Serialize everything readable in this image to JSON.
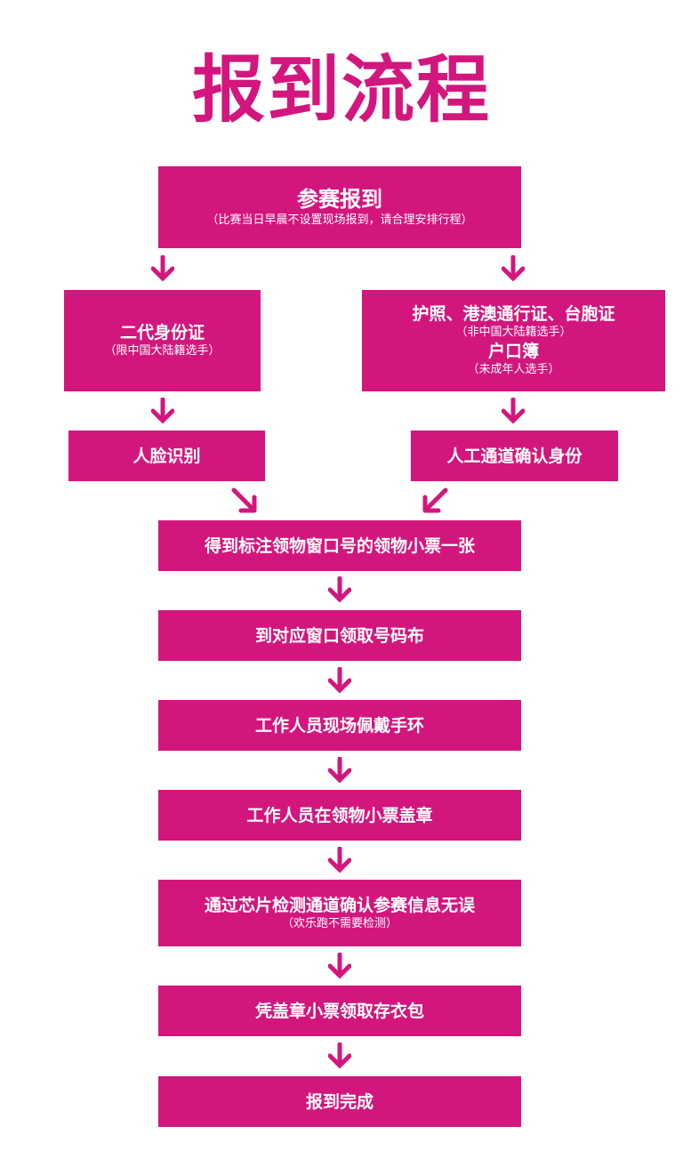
{
  "title": "报到流程",
  "colors": {
    "accent": "#d3167d",
    "text_on_accent": "#ffffff"
  },
  "start": {
    "label": "参赛报到",
    "note": "（比赛当日早晨不设置现场报到，请合理安排行程）"
  },
  "left_branch": {
    "doc_label": "二代身份证",
    "doc_note": "（限中国大陆籍选手）",
    "verify_label": "人脸识别"
  },
  "right_branch": {
    "doc_label": "护照、港澳通行证、台胞证",
    "doc_note": "（非中国大陆籍选手）",
    "doc_label2": "户口簿",
    "doc_note2": "（未成年人选手）",
    "verify_label": "人工通道确认身份"
  },
  "steps": [
    {
      "label": "得到标注领物窗口号的领物小票一张"
    },
    {
      "label": "到对应窗口领取号码布"
    },
    {
      "label": "工作人员现场佩戴手环"
    },
    {
      "label": "工作人员在领物小票盖章"
    },
    {
      "label": "通过芯片检测通道确认参赛信息无误",
      "note": "（欢乐跑不需要检测）"
    },
    {
      "label": "凭盖章小票领取存衣包"
    },
    {
      "label": "报到完成"
    }
  ]
}
